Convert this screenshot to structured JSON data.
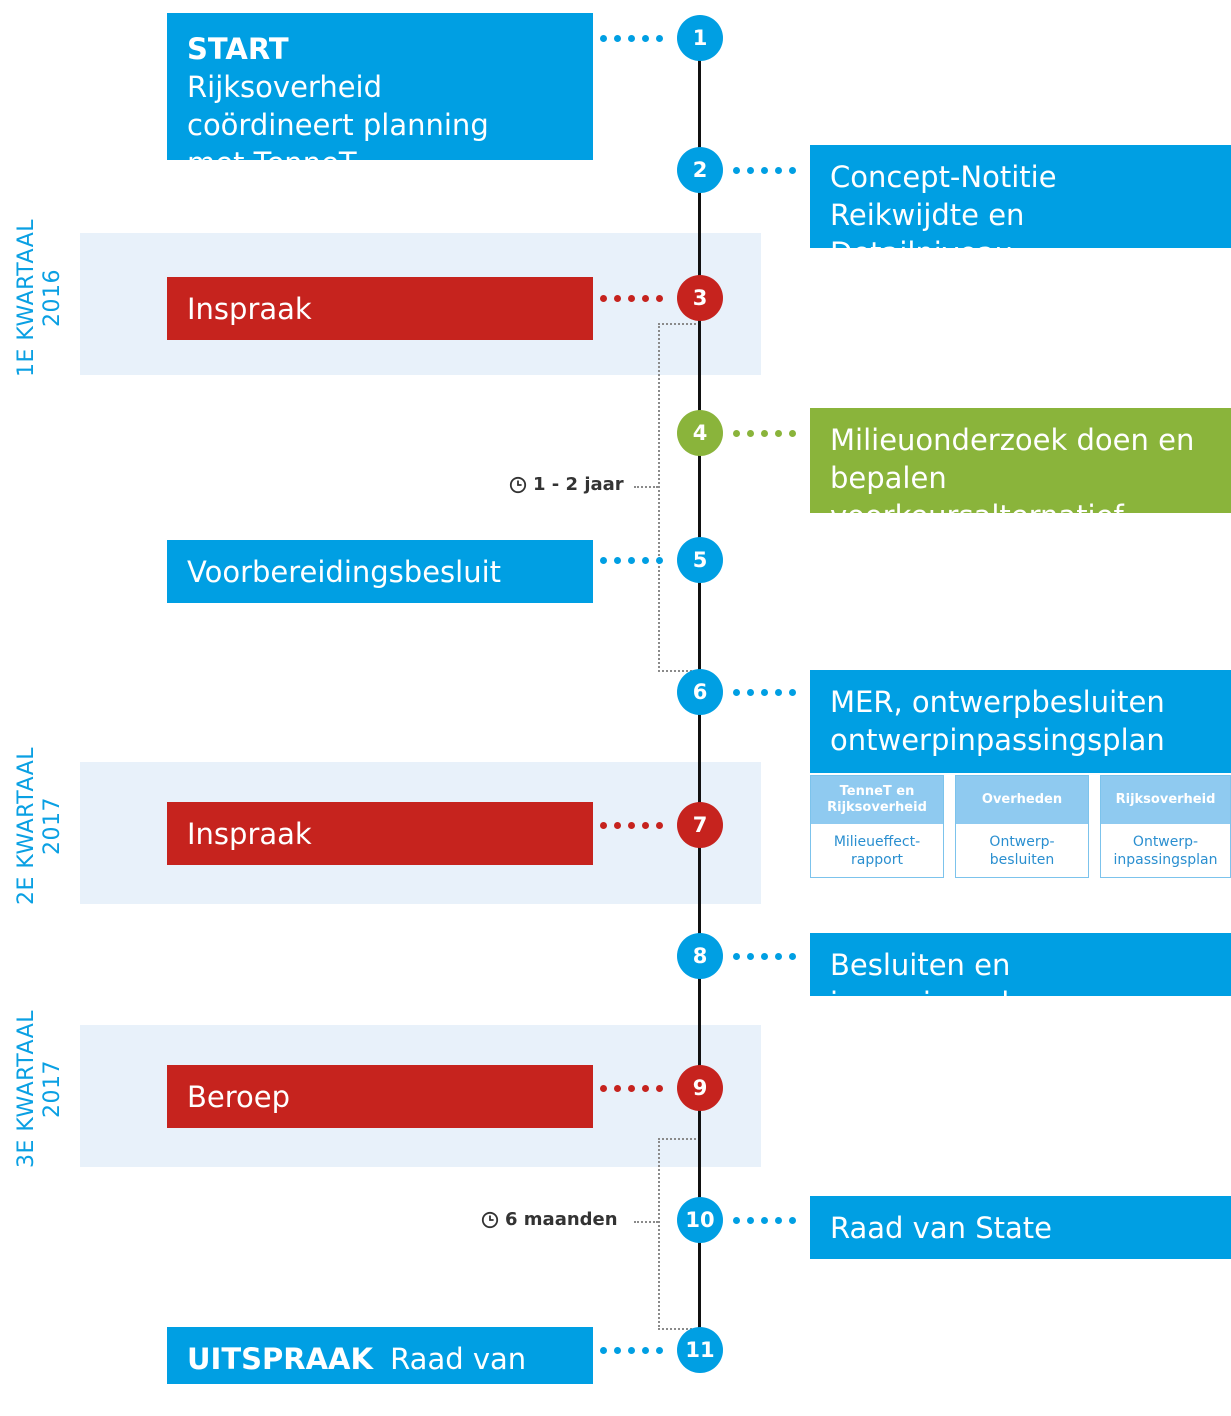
{
  "quarters": [
    {
      "label": "1E KWARTAAL",
      "year": "2016"
    },
    {
      "label": "2E KWARTAAL",
      "year": "2017"
    },
    {
      "label": "3E KWARTAAL",
      "year": "2017"
    }
  ],
  "steps": [
    {
      "num": "1",
      "color": "blue",
      "bold": "START",
      "text": "Rijksoverheid coördineert planning met TenneT"
    },
    {
      "num": "2",
      "color": "blue",
      "text": "Concept-Notitie Reikwijdte en Detailniveau"
    },
    {
      "num": "3",
      "color": "red",
      "text": "Inspraak"
    },
    {
      "num": "4",
      "color": "green",
      "text": "Milieuonderzoek doen en bepalen voorkeursalternatief"
    },
    {
      "num": "5",
      "color": "blue",
      "text": "Voorbereidingsbesluit"
    },
    {
      "num": "6",
      "color": "blue",
      "text": "MER, ontwerpbesluiten ontwerpinpassingsplan"
    },
    {
      "num": "7",
      "color": "red",
      "text": "Inspraak"
    },
    {
      "num": "8",
      "color": "blue",
      "text": "Besluiten en inpassingsplan"
    },
    {
      "num": "9",
      "color": "red",
      "text": "Beroep"
    },
    {
      "num": "10",
      "color": "blue",
      "text": "Raad van State"
    },
    {
      "num": "11",
      "color": "blue",
      "bold": "UITSPRAAK",
      "text": "Raad van State"
    }
  ],
  "sub_table": [
    {
      "head": "TenneT en Rijksoverheid",
      "body": "Milieueffect-rapport"
    },
    {
      "head": "Overheden",
      "body": "Ontwerp-besluiten"
    },
    {
      "head": "Rijksoverheid",
      "body": "Ontwerp-inpassingsplan"
    }
  ],
  "durations": [
    {
      "text": "1 - 2 jaar",
      "icon": "clock-icon"
    },
    {
      "text": "6 maanden",
      "icon": "clock-icon"
    }
  ],
  "colors": {
    "blue": "#009fe3",
    "red": "#c6231e",
    "green": "#8ab43b",
    "band": "#e8f1fa"
  }
}
